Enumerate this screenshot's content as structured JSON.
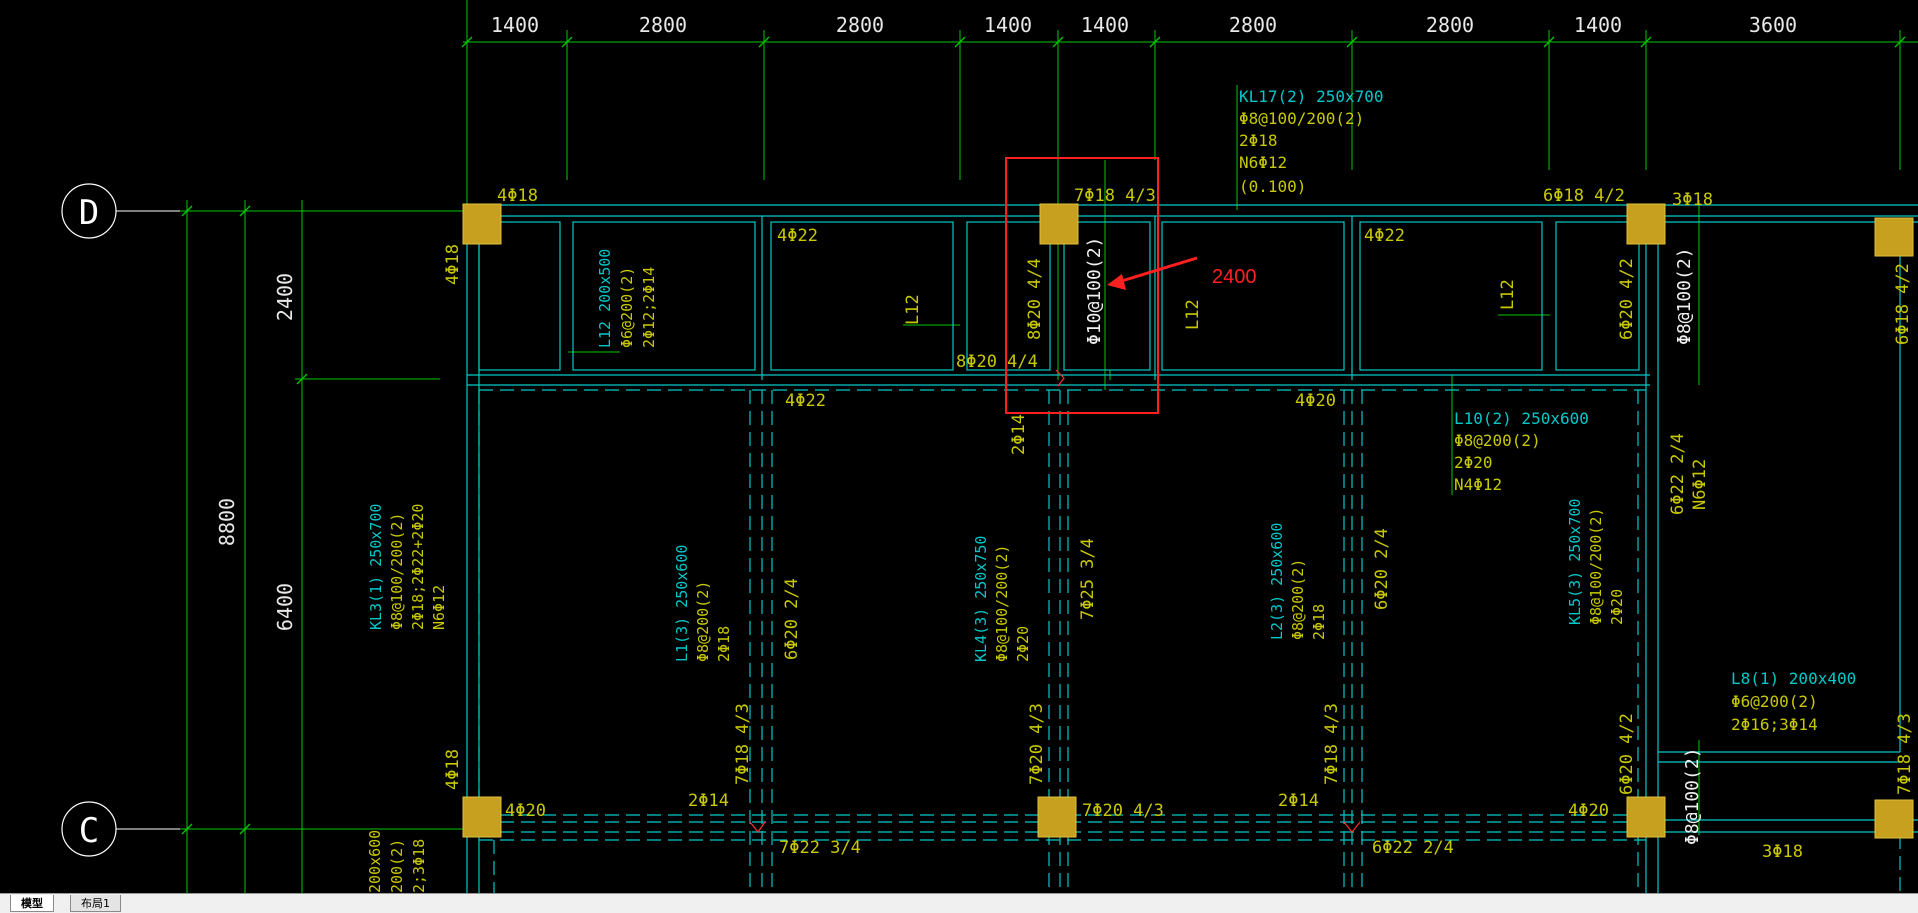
{
  "tabs": [
    {
      "label": "模型",
      "active": true
    },
    {
      "label": "布局1",
      "active": false
    }
  ],
  "top_dimensions": [
    "1400",
    "2800",
    "2800",
    "1400",
    "1400",
    "2800",
    "2800",
    "1400",
    "3600"
  ],
  "axis_labels": {
    "d": "D",
    "c": "C"
  },
  "vertical_dimensions": {
    "upper": "2400",
    "lower": "6400",
    "total": "8800"
  },
  "annotation": {
    "value": "2400",
    "color": "#ff2020"
  },
  "rebar_labels": {
    "top_4phi18": "4Φ18",
    "top_7phi18": "7Φ18 4/3",
    "top_6phi18": "6Φ18 4/2",
    "top_3phi18": "3Φ18",
    "left_4phi18": "4Φ18",
    "beam_4phi22_a": "4Φ22",
    "beam_4phi22_b": "4Φ22",
    "beam_4phi22_c": "4Φ22",
    "beam_4phi20_mid": "4Φ20",
    "v_8phi20": "8Φ20 4/4",
    "h_8phi20": "8Φ20 4/4",
    "stirrup_phi10": "Φ10@100(2)",
    "right_6phi20": "6Φ20 4/2",
    "right_phi8": "Φ8@100(2)",
    "far_6phi18": "6Φ18 4/2",
    "two_phi14_mid": "2Φ14",
    "six_phi22": "6Φ22 2/4",
    "n6phi12": "N6Φ12",
    "l12_a": "L12",
    "l12_b": "L12",
    "l12_c": "L12",
    "col_6phi20_a": "6Φ20 2/4",
    "col_7phi25": "7Φ25 3/4",
    "col_6phi20_b": "6Φ20 2/4",
    "bot_7phi18_a": "7Φ18 4/3",
    "bot_7phi20": "7Φ20 4/3",
    "bot_7phi18_b": "7Φ18 4/3",
    "bot_6phi20": "6Φ20 4/2",
    "bot_7phi18_c": "7Φ18 4/3",
    "bot_2phi14_a": "2Φ14",
    "bot_2phi14_b": "2Φ14",
    "c_4phi18": "4Φ18",
    "c_4phi20": "4Φ20",
    "c_7phi20": "7Φ20 4/3",
    "c_4phi20_b": "4Φ20",
    "c_phi8": "Φ8@100(2)",
    "btm_7phi22": "7Φ22 3/4",
    "btm_6phi22": "6Φ22 2/4",
    "btm_3phi18": "3Φ18"
  },
  "beam_specs": {
    "kl17": [
      "KL17(2) 250x700",
      "Φ8@100/200(2)",
      "2Φ18",
      "N6Φ12",
      "(0.100)"
    ],
    "l12_block": [
      "L12 200x500",
      "Φ6@200(2)",
      "2Φ12;2Φ14"
    ],
    "l10": [
      "L10(2) 250x600",
      "Φ8@200(2)",
      "2Φ20",
      "N4Φ12"
    ],
    "kl3": [
      "KL3(1) 250x700",
      "Φ8@100/200(2)",
      "2Φ18;2Φ22+2Φ20",
      "N6Φ12"
    ],
    "l1": [
      "L1(3) 250x600",
      "Φ8@200(2)",
      "2Φ18"
    ],
    "kl4": [
      "KL4(3) 250x750",
      "Φ8@100/200(2)",
      "2Φ20"
    ],
    "l2": [
      "L2(3) 250x600",
      "Φ8@200(2)",
      "2Φ18"
    ],
    "kl5": [
      "KL5(3) 250x700",
      "Φ8@100/200(2)",
      "2Φ20"
    ],
    "l8": [
      "L8(1) 200x400",
      "Φ6@200(2)",
      "2Φ16;3Φ14"
    ],
    "partial_left": [
      "200x600",
      "200(2)",
      "2;3Φ18"
    ]
  },
  "colors": {
    "background": "#000000",
    "cyan": "#00c8c8",
    "green": "#00c800",
    "yellow": "#c8c800",
    "column": "#c8a020",
    "white": "#ffffff",
    "red": "#ff2020"
  }
}
